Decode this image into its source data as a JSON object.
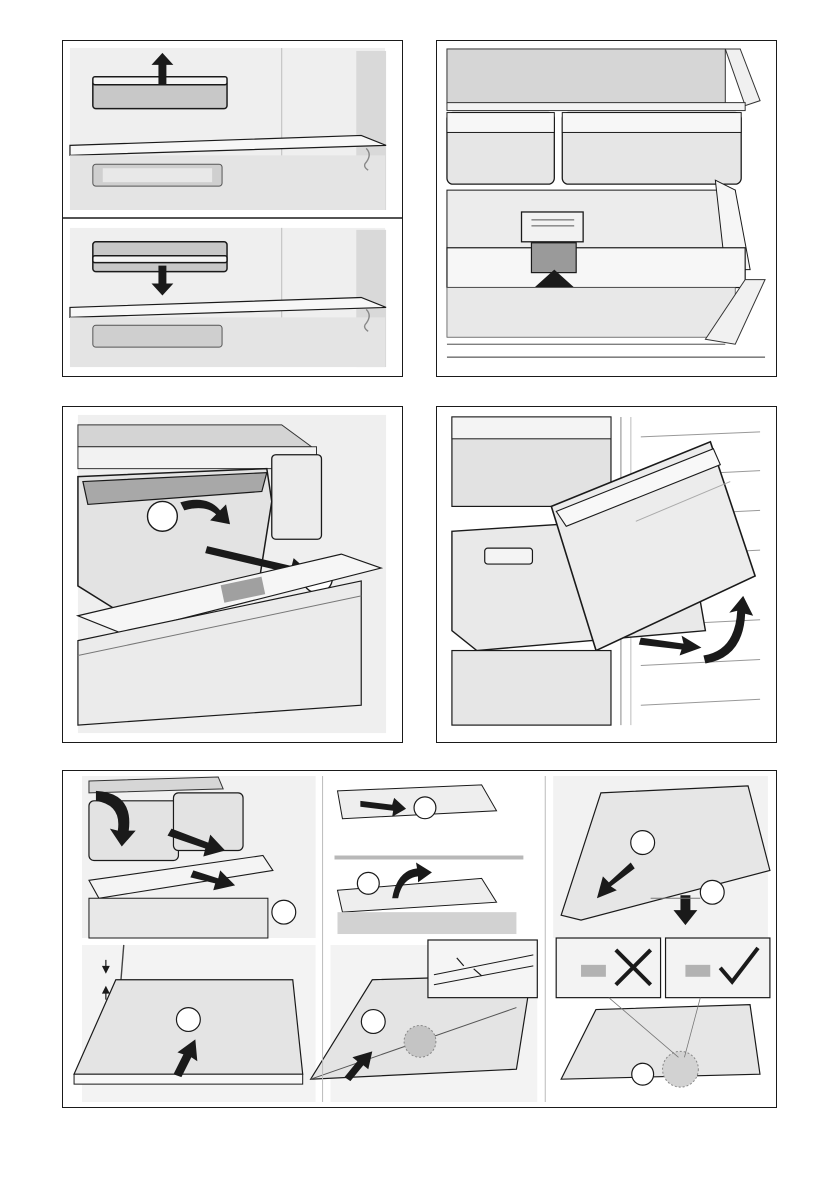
{
  "document": {
    "type": "instruction-illustrations",
    "panels": [
      {
        "id": "panel-1",
        "subject": "door-shelf-handle-up-down"
      },
      {
        "id": "panel-2",
        "subject": "drawer-lift-handle"
      },
      {
        "id": "panel-3",
        "subject": "drawer-tilt-and-pull-out"
      },
      {
        "id": "panel-4",
        "subject": "drawer-front-remove"
      },
      {
        "id": "panel-5",
        "subject": "glass-shelf-removal-sequence"
      }
    ],
    "symbols": {
      "wrong": "cross-mark",
      "right": "check-mark"
    },
    "colors": {
      "line": "#1a1a1a",
      "gray_light": "#e6e6e6",
      "gray_mid": "#d0d0d0",
      "gray_dark": "#b4b4b4",
      "arrow": "#1a1a1a"
    }
  }
}
